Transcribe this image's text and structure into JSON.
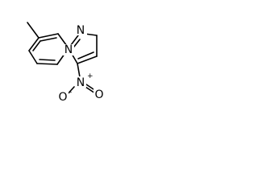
{
  "structure": {
    "atoms": {
      "ring_nitrogen_top": "N",
      "ring_nitrogen_bridge": "N",
      "nitro_nitrogen": "N",
      "nitro_oxygen_minus": "O",
      "nitro_oxygen_double": "O"
    },
    "charges": {
      "nitro_nitrogen": "+",
      "nitro_oxygen_minus": "-"
    }
  }
}
